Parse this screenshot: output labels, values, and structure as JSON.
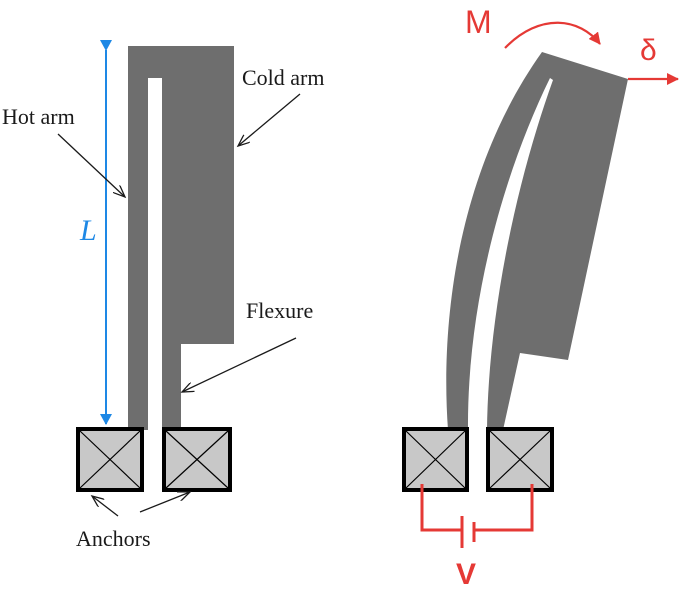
{
  "labels": {
    "hot_arm": "Hot arm",
    "cold_arm": "Cold arm",
    "length": "L",
    "flexure": "Flexure",
    "anchors": "Anchors",
    "moment": "M",
    "deflection": "δ",
    "voltage": "V"
  },
  "colors": {
    "structure": "#6e6e6e",
    "anchor_fill": "#c8c8c8",
    "dimension": "#1e88e5",
    "annotation": "#e53935"
  }
}
